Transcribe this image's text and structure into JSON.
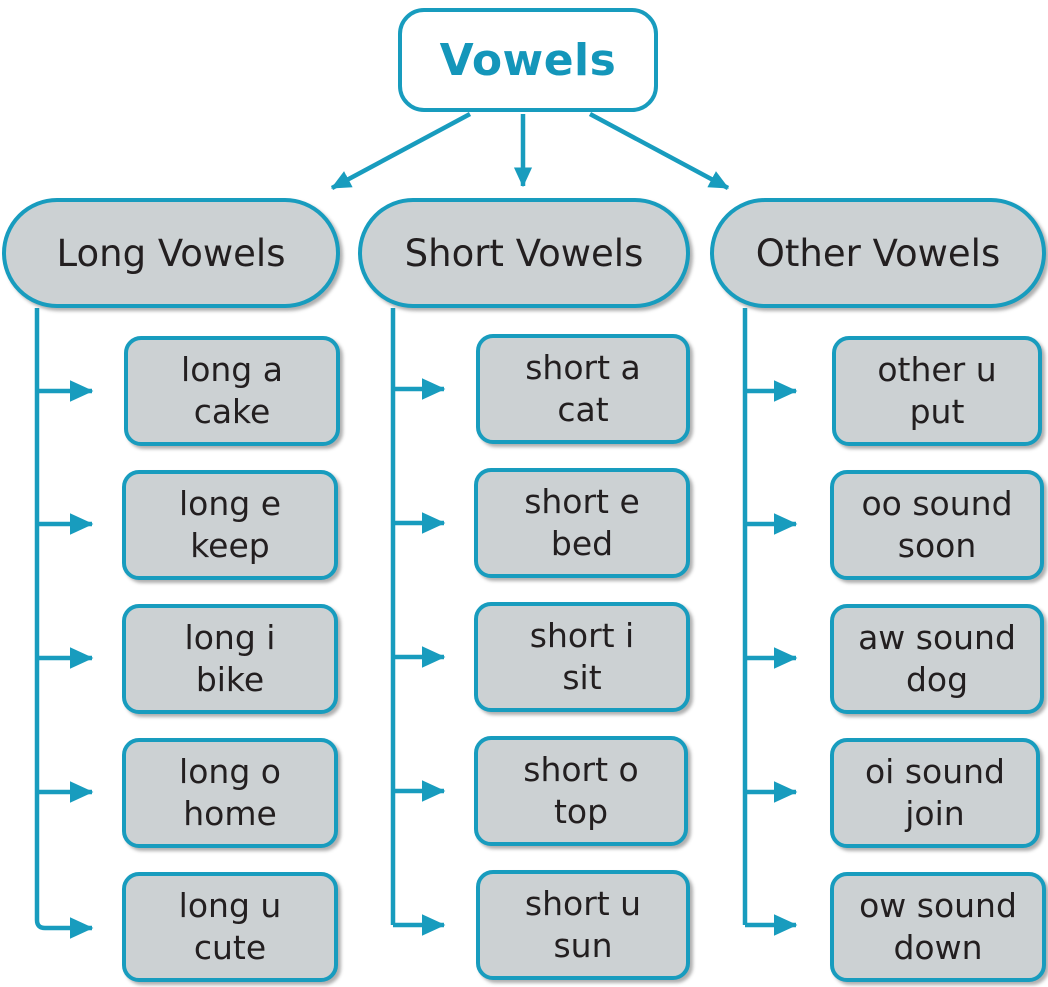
{
  "diagram": {
    "title": "Vowels",
    "type": "tree-map",
    "colors": {
      "accent": "#189cbe",
      "node_fill": "#ccd1d3",
      "root_fill": "#ffffff",
      "text": "#231f20",
      "root_text": "#1496ba",
      "background": "#ffffff"
    },
    "root": {
      "label": "Vowels"
    },
    "branches": [
      {
        "label": "Long Vowels",
        "children": [
          {
            "line1": "long a",
            "line2": "cake"
          },
          {
            "line1": "long e",
            "line2": "keep"
          },
          {
            "line1": "long i",
            "line2": "bike"
          },
          {
            "line1": "long o",
            "line2": "home"
          },
          {
            "line1": "long u",
            "line2": "cute"
          }
        ]
      },
      {
        "label": "Short Vowels",
        "children": [
          {
            "line1": "short a",
            "line2": "cat"
          },
          {
            "line1": "short e",
            "line2": "bed"
          },
          {
            "line1": "short i",
            "line2": "sit"
          },
          {
            "line1": "short o",
            "line2": "top"
          },
          {
            "line1": "short u",
            "line2": "sun"
          }
        ]
      },
      {
        "label": "Other Vowels",
        "children": [
          {
            "line1": "other u",
            "line2": "put"
          },
          {
            "line1": "oo sound",
            "line2": "soon"
          },
          {
            "line1": "aw sound",
            "line2": "dog"
          },
          {
            "line1": "oi sound",
            "line2": "join"
          },
          {
            "line1": "ow sound",
            "line2": "down"
          }
        ]
      }
    ]
  }
}
